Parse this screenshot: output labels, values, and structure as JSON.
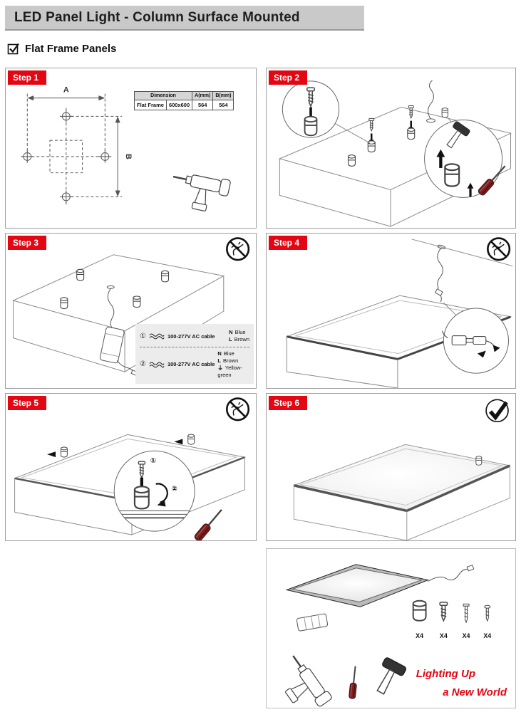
{
  "header": {
    "title": "LED Panel Light - Column Surface Mounted"
  },
  "subtitle": {
    "label": "Flat Frame Panels"
  },
  "steps": [
    {
      "label": "Step 1"
    },
    {
      "label": "Step 2"
    },
    {
      "label": "Step 3"
    },
    {
      "label": "Step 4"
    },
    {
      "label": "Step 5"
    },
    {
      "label": "Step 6"
    }
  ],
  "step1": {
    "dim_a": "A",
    "dim_b": "B",
    "table": {
      "col_dimension": "Dimension",
      "col_a": "A(mm)",
      "col_b": "B(mm)",
      "row_name": "Flat Frame",
      "row_size": "600x600",
      "row_a": "564",
      "row_b": "564"
    }
  },
  "step3": {
    "wiring": [
      {
        "num": "①",
        "cable": "100-277V AC cable",
        "n_code": "N",
        "n_color": "Blue",
        "l_code": "L",
        "l_color": "Brown"
      },
      {
        "num": "②",
        "cable": "100-277V AC cable",
        "n_code": "N",
        "n_color": "Blue",
        "l_code": "L",
        "l_color": "Brown",
        "g_code": "⏚",
        "g_color": "Yellow-green"
      }
    ]
  },
  "step5": {
    "callout1": "①",
    "callout2": "②"
  },
  "package": {
    "counts": [
      "X4",
      "X4",
      "X4",
      "X4"
    ],
    "slogan_line1": "Lighting Up",
    "slogan_line2": "a New World"
  },
  "icons": {
    "checkbox": "checked-box",
    "no_power": "no-power-prohibition",
    "complete": "checkmark"
  },
  "colors": {
    "accent": "#e30613",
    "header_bg": "#c9c9c9",
    "wiring_bg": "#ececec"
  }
}
